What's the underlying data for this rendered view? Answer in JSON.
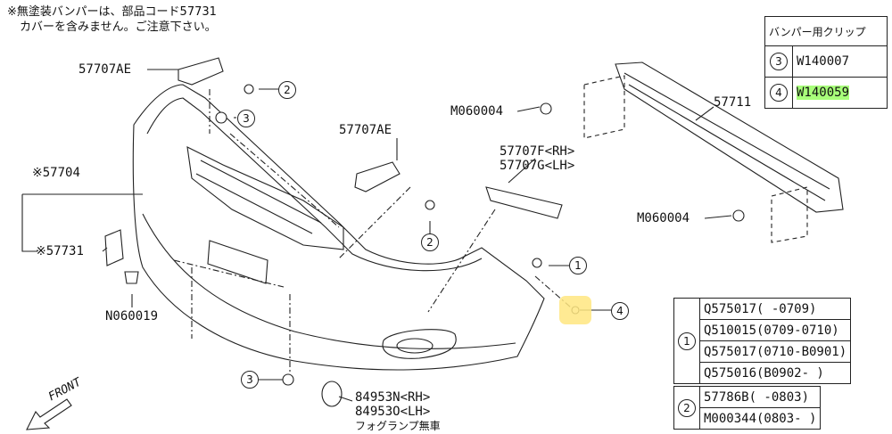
{
  "note": {
    "line1": "※無塗装バンパーは、部品コード57731",
    "line2": "カバーを含みません。ご注意下さい。"
  },
  "labels": {
    "p57707ae_top": "57707AE",
    "p57707ae_mid": "57707AE",
    "p57707f": "57707F<RH>",
    "p57707g": "57707G<LH>",
    "p57704": "※57704",
    "p57731": "※57731",
    "n060019": "N060019",
    "m060004_top": "M060004",
    "m060004_right": "M060004",
    "p57711": "57711",
    "p84953n": "84953N<RH>",
    "p84953o": "84953O<LH>",
    "fog": "フォグランプ無車",
    "front": "FRONT"
  },
  "callouts": {
    "c1": "1",
    "c2": "2",
    "c3": "3",
    "c4": "4"
  },
  "clip_table": {
    "header": "バンパー用クリップ",
    "rows": [
      {
        "num": "3",
        "code": "W140007"
      },
      {
        "num": "4",
        "code": "W140059"
      }
    ]
  },
  "table1": {
    "num": "1",
    "rows": [
      "Q575017(     -0709)",
      "Q510015(0709-0710)",
      "Q575017(0710-B0901)",
      "Q575016(B0902-    )"
    ]
  },
  "table2": {
    "num": "2",
    "rows": [
      "57786B(      -0803)",
      "M000344(0803-     )"
    ]
  }
}
